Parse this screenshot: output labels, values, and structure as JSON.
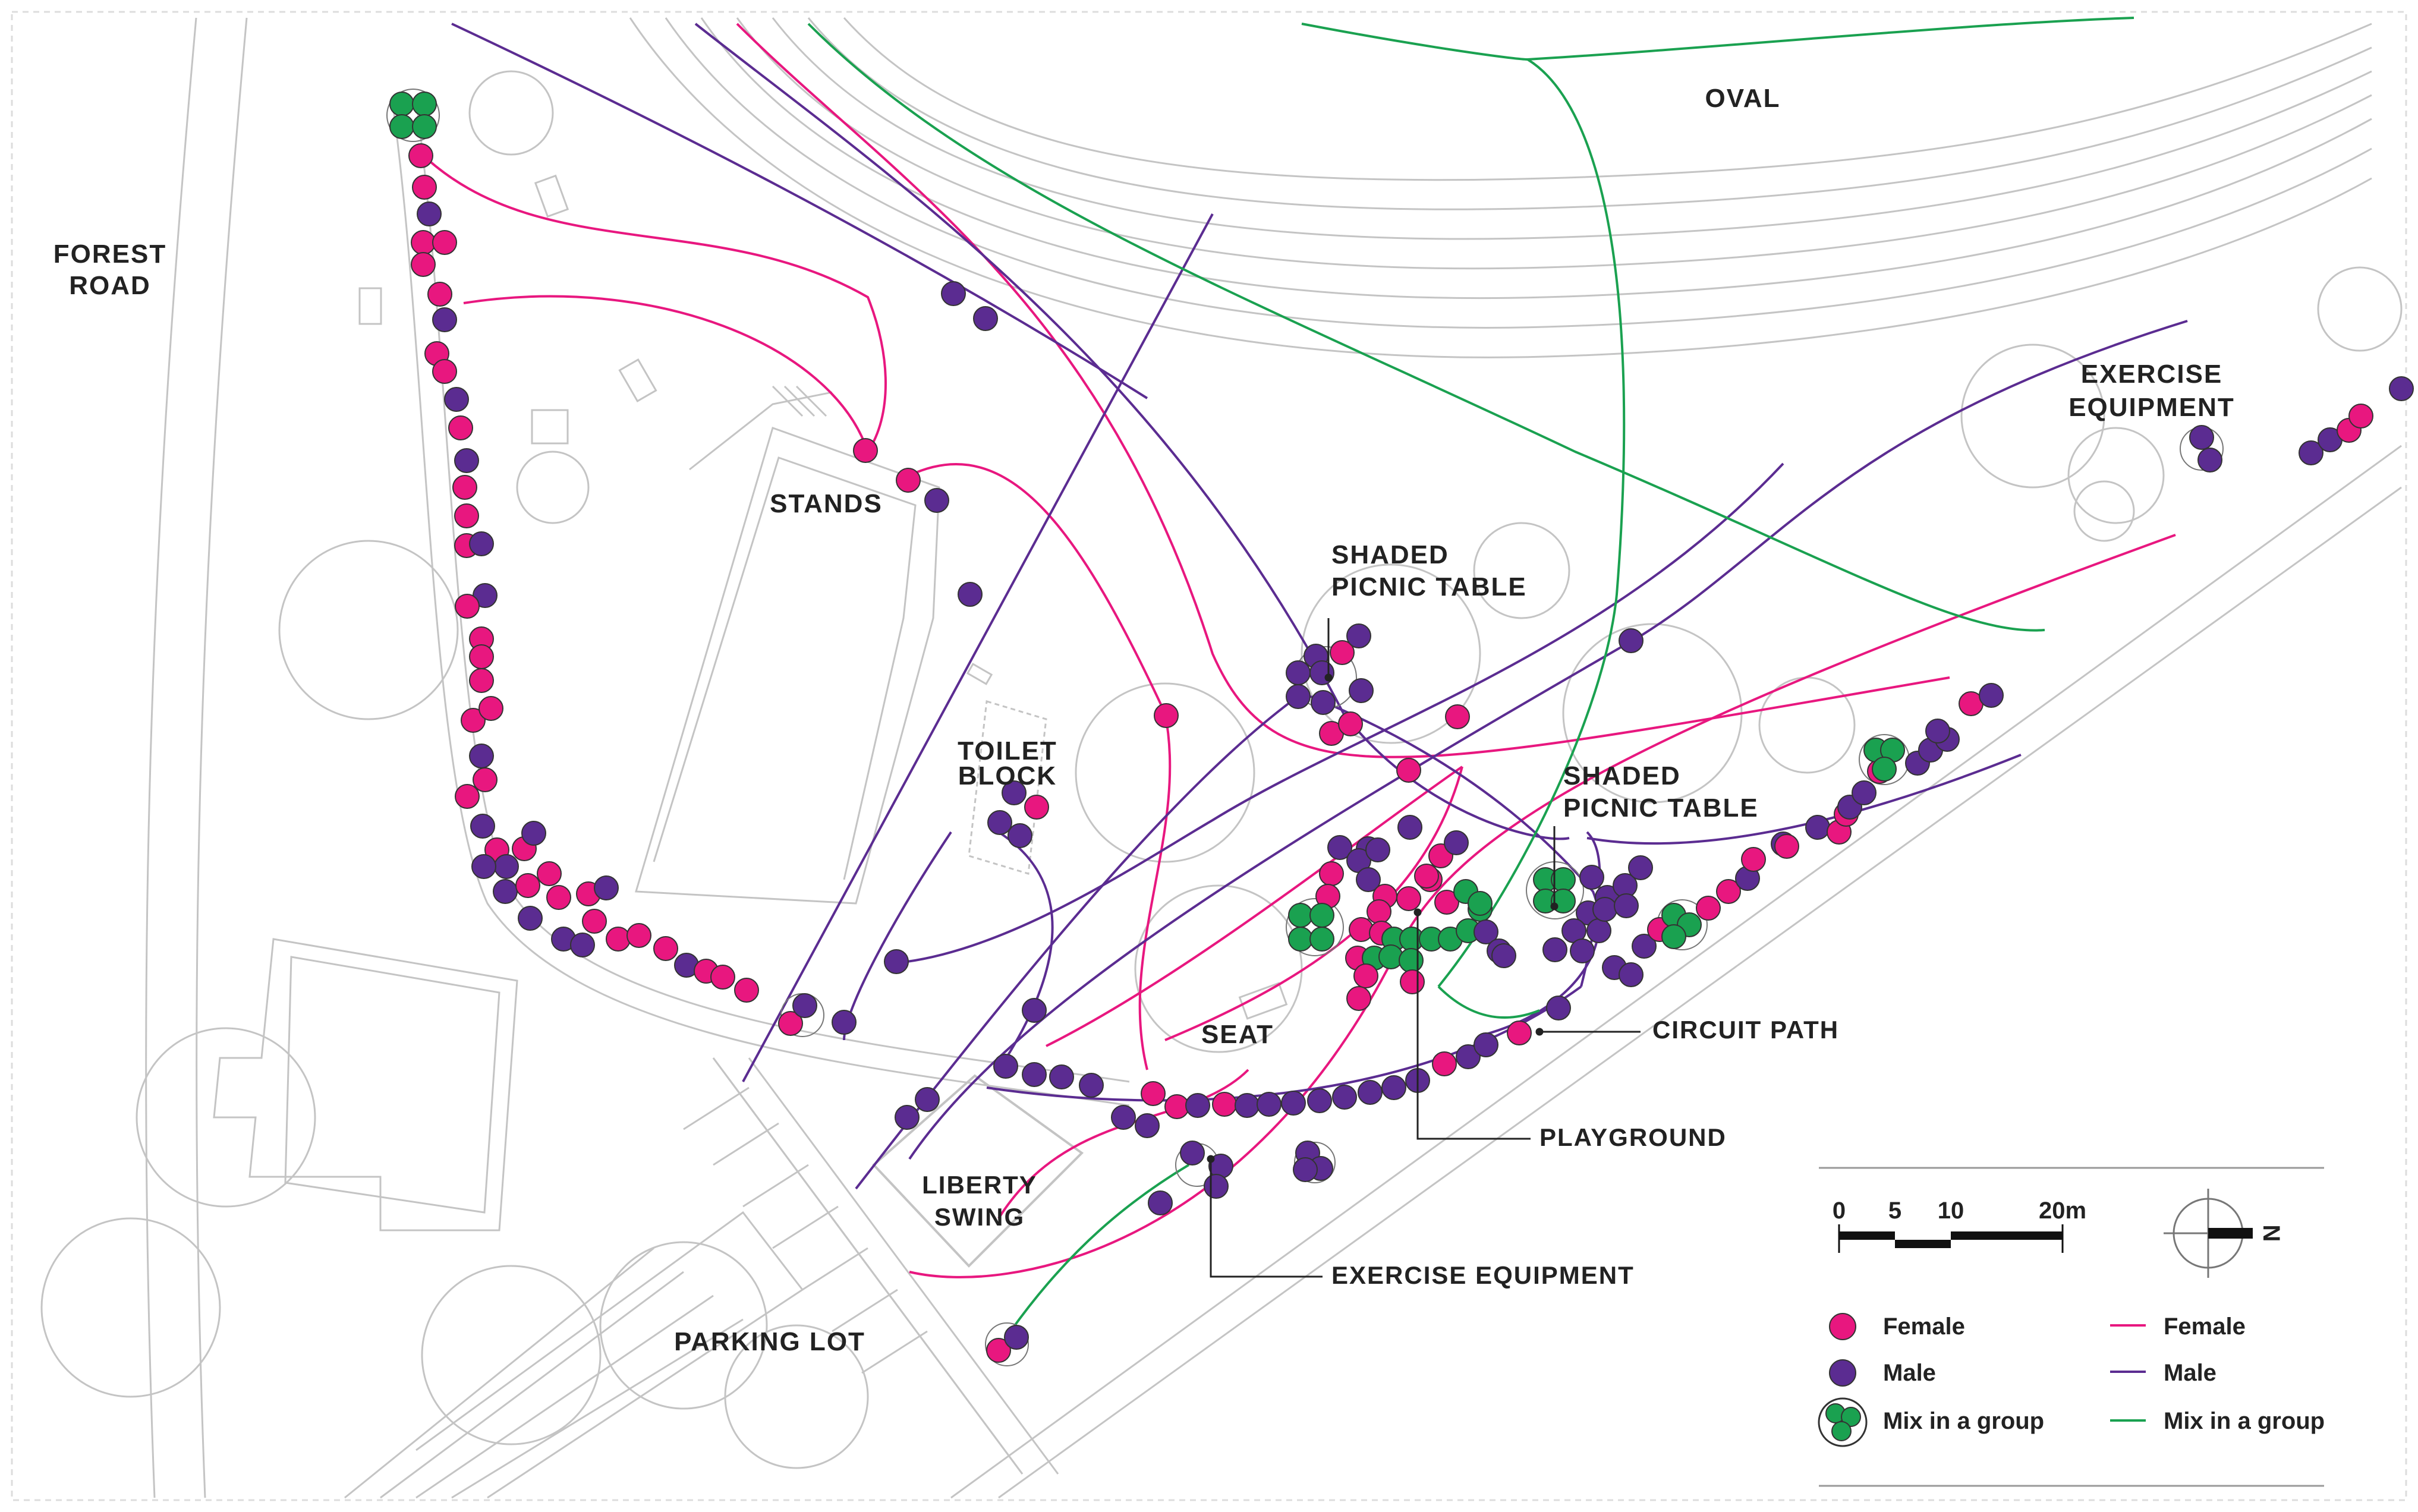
{
  "labels": {
    "forest_road_1": "FOREST",
    "forest_road_2": "ROAD",
    "oval": "OVAL",
    "stands": "STANDS",
    "shaded_picnic_1a": "SHADED",
    "shaded_picnic_1b": "PICNIC TABLE",
    "shaded_picnic_2a": "SHADED",
    "shaded_picnic_2b": "PICNIC TABLE",
    "exercise_1a": "EXERCISE",
    "exercise_1b": "EQUIPMENT",
    "toilet_a": "TOILET",
    "toilet_b": "BLOCK",
    "seat": "SEAT",
    "circuit_path": "CIRCUIT PATH",
    "playground": "PLAYGROUND",
    "liberty_a": "LIBERTY",
    "liberty_b": "SWING",
    "exercise_2": "EXERCISE EQUIPMENT",
    "parking_lot": "PARKING LOT"
  },
  "scale": {
    "ticks": [
      "0",
      "5",
      "10",
      "20m"
    ],
    "north": "N"
  },
  "legend": {
    "point_female": "Female",
    "point_male": "Male",
    "point_mix": "Mix in a group",
    "line_female": "Female",
    "line_male": "Male",
    "line_mix": "Mix in a group"
  },
  "colors": {
    "female": "#e8177f",
    "male": "#5b2c91",
    "mix": "#1aa150",
    "base": "#bdbdbd"
  }
}
